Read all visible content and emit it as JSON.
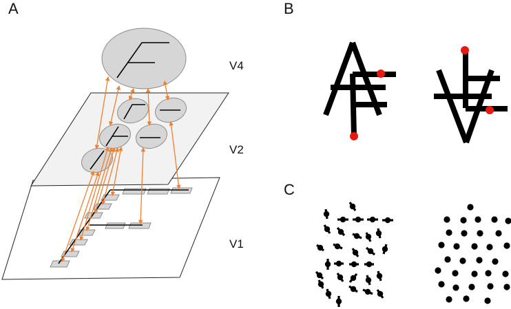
{
  "panels": {
    "a": {
      "label": "A"
    },
    "b": {
      "label": "B"
    },
    "c": {
      "label": "C"
    }
  },
  "layers": {
    "v4": "V4",
    "v2": "V2",
    "v1": "V1"
  },
  "colors": {
    "arrow": "#f07f2e",
    "plane_fill": "#f2f2f2",
    "unit_fill": "#d6d6d6",
    "unit_stroke": "#8c8c8c",
    "stroke_black": "#000000",
    "marker_red": "#e8190f"
  }
}
